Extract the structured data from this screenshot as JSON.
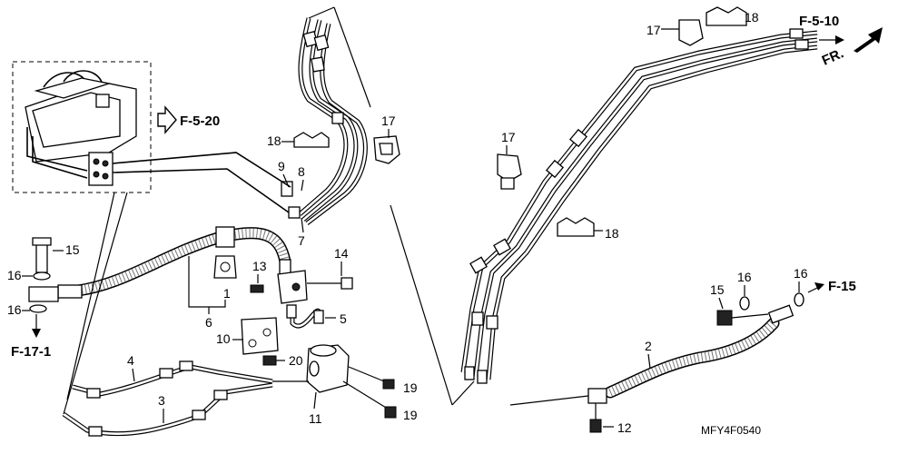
{
  "diagram_code": "MFY4F0540",
  "arrows": {
    "to_f5_20": "F-5-20",
    "to_f5_10": "F-5-10",
    "to_f15": "F-15",
    "to_f17_1": "F-17-1",
    "front_marker": "FR."
  },
  "callouts": {
    "n1": "1",
    "n2": "2",
    "n3": "3",
    "n4": "4",
    "n5": "5",
    "n6": "6",
    "n7": "7",
    "n8": "8",
    "n9": "9",
    "n10": "10",
    "n11": "11",
    "n12": "12",
    "n13": "13",
    "n14": "14",
    "n15a": "15",
    "n15b": "15",
    "n16a": "16",
    "n16b": "16",
    "n16c": "16",
    "n16d": "16",
    "n17a": "17",
    "n17b": "17",
    "n17c": "17",
    "n18a": "18",
    "n18b": "18",
    "n18c": "18",
    "n19a": "19",
    "n19b": "19",
    "n20": "20"
  }
}
